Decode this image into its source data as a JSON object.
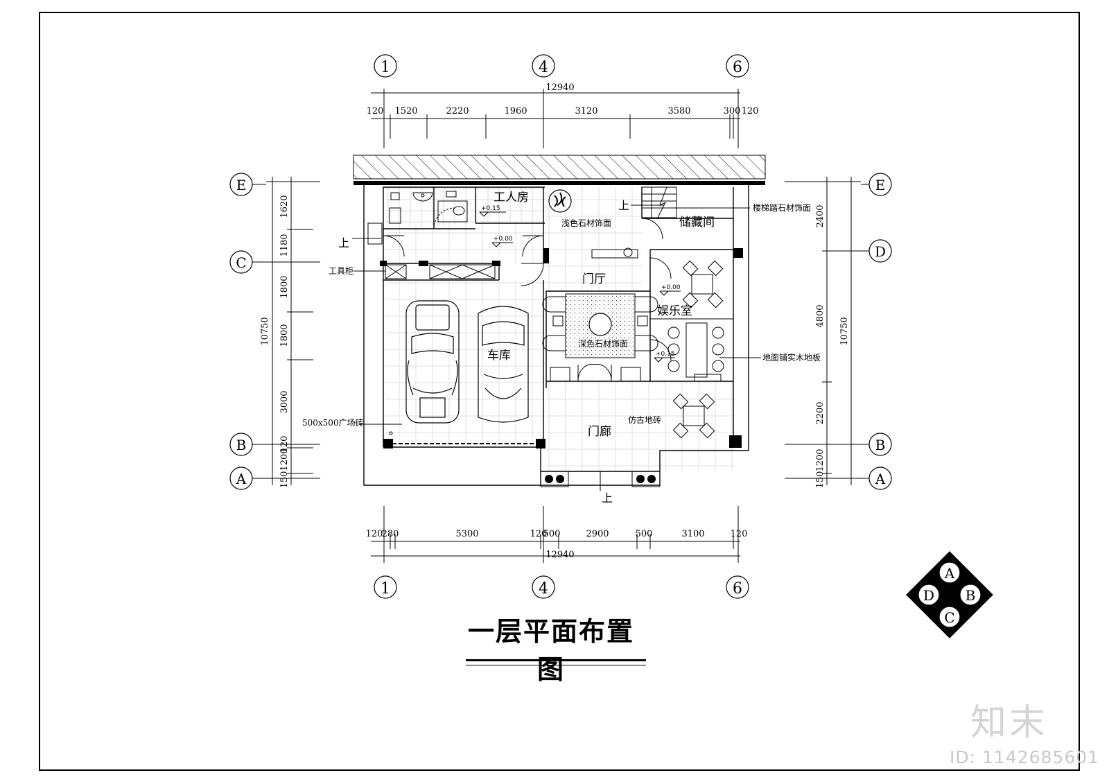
{
  "drawing_title": "一层平面布置图",
  "watermark": {
    "brand": "知末",
    "id": "ID: 1142685601"
  },
  "axes": {
    "top": [
      "1",
      "4",
      "6"
    ],
    "bottom": [
      "1",
      "4",
      "6"
    ],
    "left": [
      "E",
      "C",
      "B",
      "A"
    ],
    "right": [
      "E",
      "D",
      "B",
      "A"
    ]
  },
  "dimensions": {
    "top_total": "12940",
    "top_segments": [
      "120",
      "1520",
      "2220",
      "1960",
      "3120",
      "3580",
      "300",
      "120"
    ],
    "bottom_total": "12940",
    "bottom_segments": [
      "120",
      "280",
      "5300",
      "120",
      "500",
      "2900",
      "500",
      "3100",
      "120"
    ],
    "left_total": "10750",
    "left_segments": [
      "1620",
      "1180",
      "1800",
      "1800",
      "3000",
      "120",
      "1200",
      "150"
    ],
    "right_total": "10750",
    "right_segments": [
      "2400",
      "4800",
      "2200",
      "1200",
      "150"
    ]
  },
  "rooms": {
    "worker_room": "工人房",
    "storage": "储藏间",
    "foyer": "门厅",
    "entertainment": "娱乐室",
    "garage": "车库",
    "porch": "门廊"
  },
  "annotations": {
    "stair_finish": "楼梯踏石材饰面",
    "light_stone": "浅色石材饰面",
    "tool_cabinet": "工具柜",
    "up_left": "上",
    "up_stair": "上",
    "up_entry": "上",
    "floor_wood": "地面铺实木地板",
    "garage_tile": "500x500广场砖",
    "antique_tile": "仿古地砖",
    "stone_center": "深色石材饰面",
    "level_worker": "+0.15",
    "level_main": "+0.00",
    "level_ent": "+0.00",
    "level_ent2": "+0.15"
  },
  "compass": [
    "A",
    "B",
    "C",
    "D"
  ]
}
